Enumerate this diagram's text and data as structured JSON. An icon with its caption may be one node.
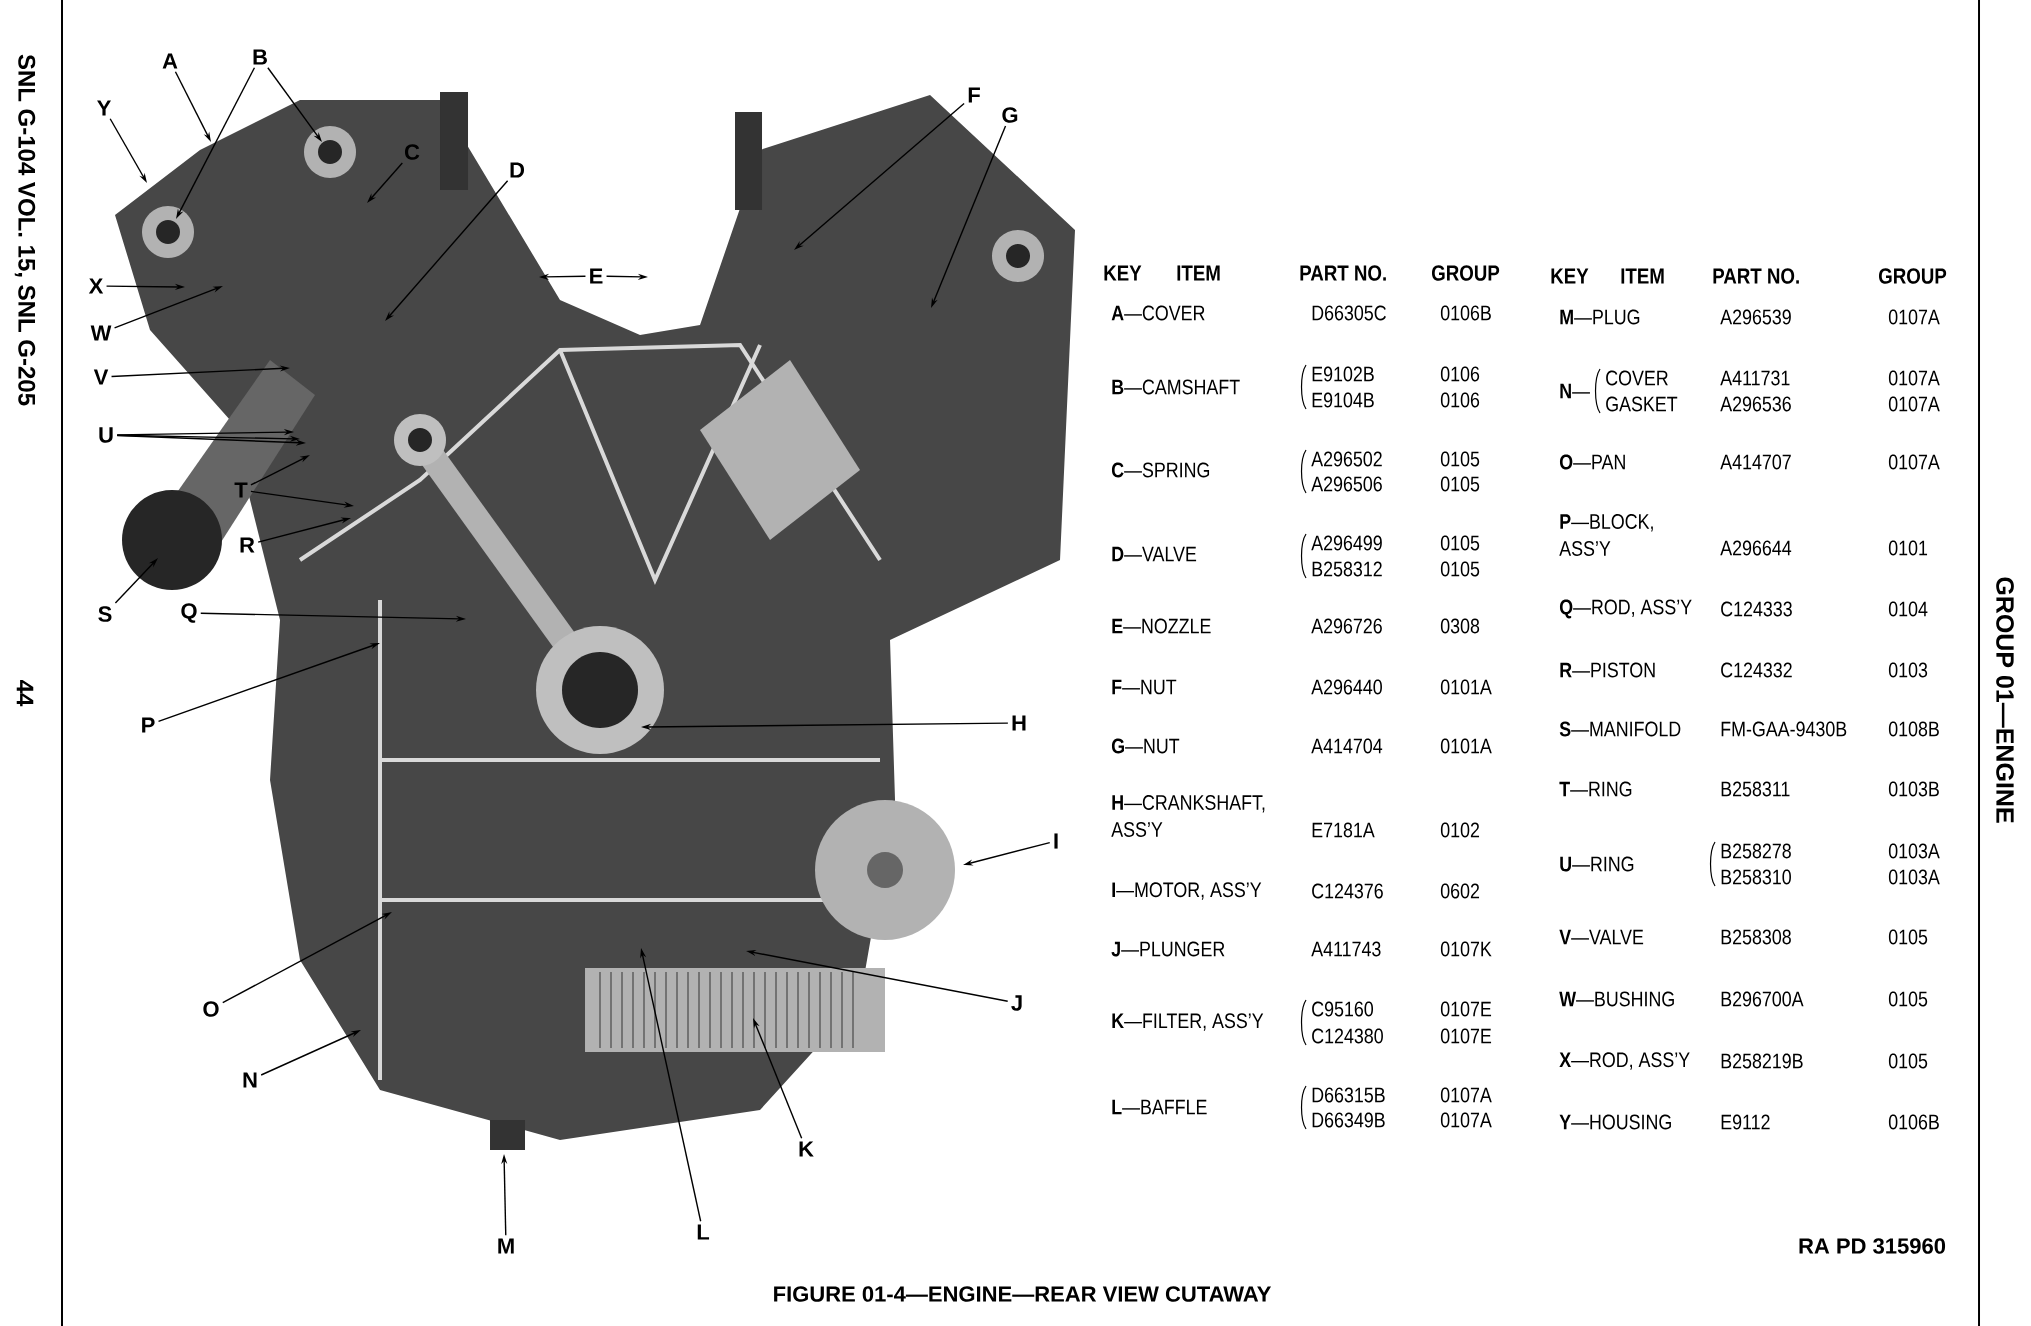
{
  "diagram": {
    "caption": "FIGURE 01-4—ENGINE—REAR VIEW CUTAWAY",
    "nodes": [
      {
        "text": [
          "B"
        ]
      },
      {
        "text": [
          "A"
        ]
      },
      {
        "text": [
          "F"
        ]
      },
      {
        "text": [
          "Y"
        ]
      },
      {
        "text": [
          "G"
        ]
      },
      {
        "text": [
          "C"
        ]
      },
      {
        "text": [
          "D"
        ]
      },
      {
        "text": [
          "E"
        ]
      },
      {
        "text": [
          "X"
        ]
      },
      {
        "text": [
          "W"
        ]
      },
      {
        "text": [
          "V"
        ]
      },
      {
        "text": [
          "U"
        ]
      },
      {
        "text": [
          "T"
        ]
      },
      {
        "text": [
          "R"
        ]
      },
      {
        "text": [
          "S"
        ]
      },
      {
        "text": [
          "Q"
        ]
      },
      {
        "text": [
          "P"
        ]
      },
      {
        "text": [
          "H"
        ]
      },
      {
        "text": [
          "I"
        ]
      },
      {
        "text": [
          "J"
        ]
      },
      {
        "text": [
          "O"
        ]
      },
      {
        "text": [
          "N"
        ]
      },
      {
        "text": [
          "K"
        ]
      },
      {
        "text": [
          "L"
        ]
      },
      {
        "text": [
          "M"
        ]
      }
    ],
    "edges": [
      {
        "from": 0,
        "to": null,
        "arrow": "to"
      },
      {
        "from": 0,
        "to": null,
        "arrow": "to"
      },
      {
        "from": 1,
        "to": null,
        "arrow": "to"
      },
      {
        "from": 2,
        "to": null,
        "arrow": "to"
      },
      {
        "from": 3,
        "to": null,
        "arrow": "to"
      },
      {
        "from": 4,
        "to": null,
        "arrow": "to"
      },
      {
        "from": 5,
        "to": null,
        "arrow": "to"
      },
      {
        "from": 6,
        "to": null,
        "arrow": "to"
      },
      {
        "from": 7,
        "to": null,
        "arrow": "to"
      },
      {
        "from": 7,
        "to": null,
        "arrow": "to"
      },
      {
        "from": 8,
        "to": null,
        "arrow": "to"
      },
      {
        "from": 9,
        "to": null,
        "arrow": "to"
      },
      {
        "from": 10,
        "to": null,
        "arrow": "to"
      },
      {
        "from": 11,
        "to": null,
        "arrow": "to"
      },
      {
        "from": 11,
        "to": null,
        "arrow": "to"
      },
      {
        "from": 11,
        "to": null,
        "arrow": "to"
      },
      {
        "from": 12,
        "to": null,
        "arrow": "to"
      },
      {
        "from": 12,
        "to": null,
        "arrow": "to"
      },
      {
        "from": 13,
        "to": null,
        "arrow": "to"
      },
      {
        "from": 14,
        "to": null,
        "arrow": "to"
      },
      {
        "from": 15,
        "to": null,
        "arrow": "to"
      },
      {
        "from": 16,
        "to": null,
        "arrow": "to"
      },
      {
        "from": 17,
        "to": null,
        "arrow": "to"
      },
      {
        "from": 18,
        "to": null,
        "arrow": "to"
      },
      {
        "from": 19,
        "to": null,
        "arrow": "to"
      },
      {
        "from": 20,
        "to": null,
        "arrow": "to"
      },
      {
        "from": 21,
        "to": null,
        "arrow": "to"
      },
      {
        "from": 22,
        "to": null,
        "arrow": "to"
      },
      {
        "from": 23,
        "to": null,
        "arrow": "to"
      },
      {
        "from": 24,
        "to": null,
        "arrow": "to"
      }
    ],
    "labels": [
      "SNL G-104 VOL. 15, SNL G-205",
      "44",
      "KEY",
      "ITEM",
      "PART NO.",
      "GROUP",
      "**A**—COVER",
      "D66305C",
      "0106B",
      "**B**—CAMSHAFT",
      "E9102B",
      "0106",
      "E9104B",
      "0106",
      "**C**—SPRING",
      "A296502",
      "0105",
      "A296506",
      "0105",
      "**D**—VALVE",
      "A296499",
      "0105",
      "B258312",
      "0105",
      "**E**—NOZZLE",
      "A296726",
      "0308",
      "**F**—NUT",
      "A296440",
      "0101A",
      "**G**—NUT",
      "A414704",
      "0101A",
      "**H**—CRANKSHAFT, ASS’Y",
      "E7181A",
      "0102",
      "**I**—MOTOR, ASS’Y",
      "C124376",
      "0602",
      "**J**—PLUNGER",
      "A411743",
      "0107K",
      "**K**—FILTER, ASS’Y",
      "C95160",
      "0107E",
      "C124380",
      "0107E",
      "**L**—BAFFLE",
      "D66315B",
      "0107A",
      "D66349B",
      "0107A",
      "KEY",
      "ITEM",
      "PART NO.",
      "GROUP",
      "**M**—PLUG",
      "A296539",
      "0107A",
      "**N**—",
      "COVER",
      "A411731",
      "0107A",
      "GASKET",
      "A296536",
      "0107A",
      "**O**—PAN",
      "A414707",
      "0107A",
      "**P**—BLOCK, ASS’Y",
      "A296644",
      "0101",
      "**Q**—ROD, ASS’Y",
      "C124333",
      "0104",
      "**R**—PISTON",
      "C124332",
      "0103",
      "**S**—MANIFOLD",
      "FM-GAA-9430B",
      "0108B",
      "**T**—RING",
      "B258311",
      "0103B",
      "**U**—RING",
      "B258278",
      "0103A",
      "B258310",
      "0103A",
      "**V**—VALVE",
      "B258308",
      "0105",
      "**W**—BUSHING",
      "B296700A",
      "0105",
      "**X**—ROD, ASS’Y",
      "B258219B",
      "0105",
      "**Y**—HOUSING",
      "E9112",
      "0106B",
      "GROUP 01—ENGINE",
      "RA PD 315960"
    ]
  }
}
